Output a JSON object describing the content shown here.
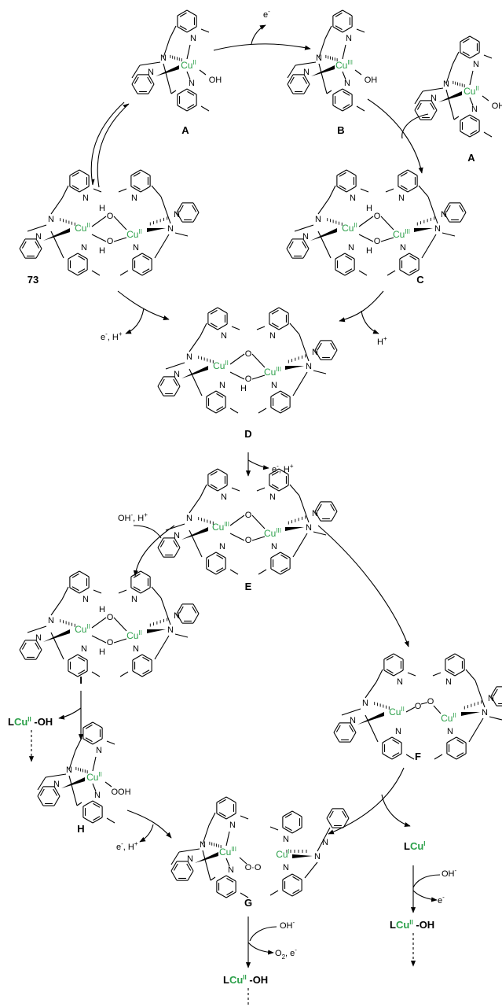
{
  "colors": {
    "copper": "#2ca04a",
    "ink": "#000000"
  },
  "compounds": {
    "A": "A",
    "B": "B",
    "A2": "A",
    "c73": "73",
    "C": "C",
    "D": "D",
    "E": "E",
    "I": "I",
    "F": "F",
    "H": "H",
    "G": "G"
  },
  "metal": {
    "A": {
      "el": "Cu",
      "ox": "II",
      "lig": "OH"
    },
    "B": {
      "el": "Cu",
      "ox": "III",
      "lig": "OH"
    },
    "A2": {
      "el": "Cu",
      "ox": "II",
      "lig": "OH"
    },
    "c73": {
      "el": "Cu",
      "ox1": "II",
      "ox2": "II"
    },
    "C": {
      "el": "Cu",
      "ox1": "II",
      "ox2": "III"
    },
    "D": {
      "el": "Cu",
      "ox1": "II",
      "ox2": "III"
    },
    "E": {
      "el": "Cu",
      "ox1": "III",
      "ox2": "III"
    },
    "I": {
      "el": "Cu",
      "ox1": "II",
      "ox2": "II"
    },
    "F": {
      "el": "Cu",
      "ox1": "II",
      "ox2": "II"
    },
    "H": {
      "el": "Cu",
      "ox": "II",
      "lig": "OOH"
    },
    "G": {
      "el": "Cu",
      "ox1": "III",
      "ox2": "I"
    }
  },
  "atoms": {
    "N": "N",
    "O": "O",
    "H": "H"
  },
  "reagents": {
    "e_top": {
      "main": "e",
      "sup": "-"
    },
    "e_73": {
      "main": "e",
      "sup": "-",
      "rest": ", H",
      "sup2": "+"
    },
    "h_C": {
      "main": "H",
      "sup": "+"
    },
    "e_D": {
      "main": "e",
      "sup": "-",
      "rest": ", H",
      "sup2": "+"
    },
    "oh_E": {
      "main": "OH",
      "sup": "-",
      "rest": ", H",
      "sup2": "+"
    },
    "e_H": {
      "main": "e",
      "sup": "-",
      "rest": ", H",
      "sup2": "+"
    },
    "oh_G": {
      "main": "OH",
      "sup": "-"
    },
    "o2_G": {
      "main": "O",
      "sub": "2",
      "rest": ", e",
      "sup": "-"
    },
    "oh_LCu": {
      "main": "OH",
      "sup": "-"
    },
    "e_LCu": {
      "main": "e",
      "sup": "-"
    }
  },
  "species": {
    "lcu_oh_left": {
      "pre": "L",
      "el": "Cu",
      "ox": "II",
      "post": " -OH"
    },
    "lcu_I": {
      "pre": "L",
      "el": "Cu",
      "ox": "I"
    },
    "lcu_oh_right": {
      "pre": "L",
      "el": "Cu",
      "ox": "II",
      "post": " -OH"
    },
    "lcu_oh_bottom": {
      "pre": "L",
      "el": "Cu",
      "ox": "II",
      "post": " -OH"
    }
  }
}
